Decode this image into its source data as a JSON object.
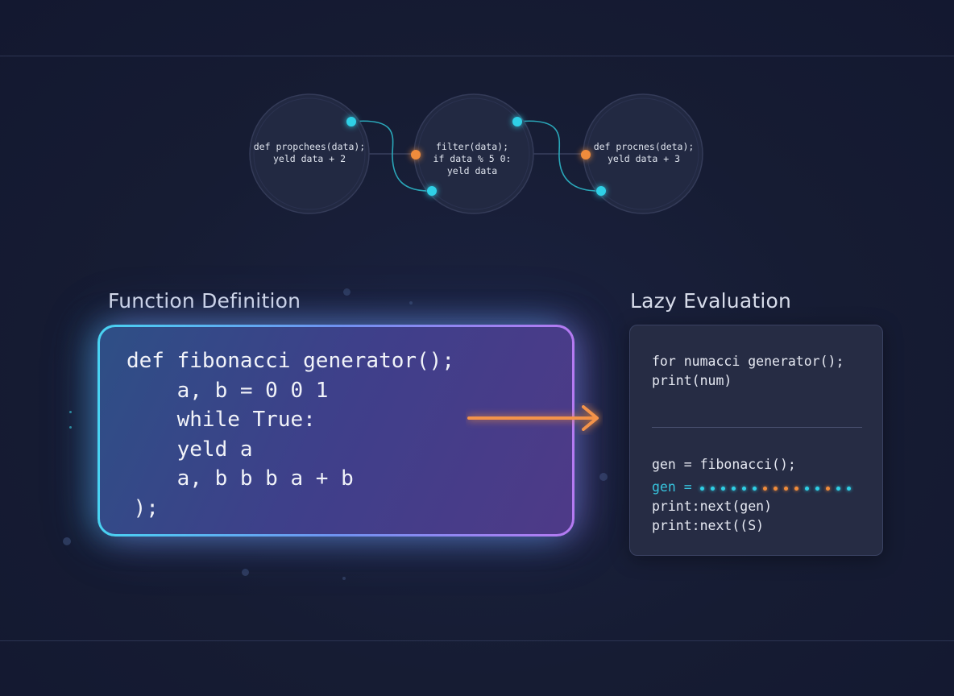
{
  "pipeline": {
    "nodes": [
      {
        "lines": [
          "def propchees(data);",
          "yeld data + 2"
        ]
      },
      {
        "lines": [
          "filter(data);",
          "if data % 5 0:",
          "yeld data"
        ]
      },
      {
        "lines": [
          "def procnes(deta);",
          "yeld data + 3"
        ]
      }
    ]
  },
  "function_section": {
    "label": "Function Definition",
    "code": [
      "def fibonacci generator();",
      "    a, b = 0 0 1",
      "    while True:",
      "    yeld a",
      "    a, b b b a + b",
      " );"
    ]
  },
  "lazy_section": {
    "label": "Lazy Evaluation",
    "loop_code": [
      "for numacci generator();",
      "print(num)"
    ],
    "gen_assign": "gen = fibonacci();",
    "gen_stream_label": "gen =",
    "next_calls": [
      "print:next(gen)",
      "print:next((S)"
    ]
  },
  "colors": {
    "cyan": "#2fd0e6",
    "orange": "#f08c3c",
    "purple": "#b57af2",
    "background": "#161c33"
  },
  "icons": [
    "right-arrow-icon"
  ]
}
